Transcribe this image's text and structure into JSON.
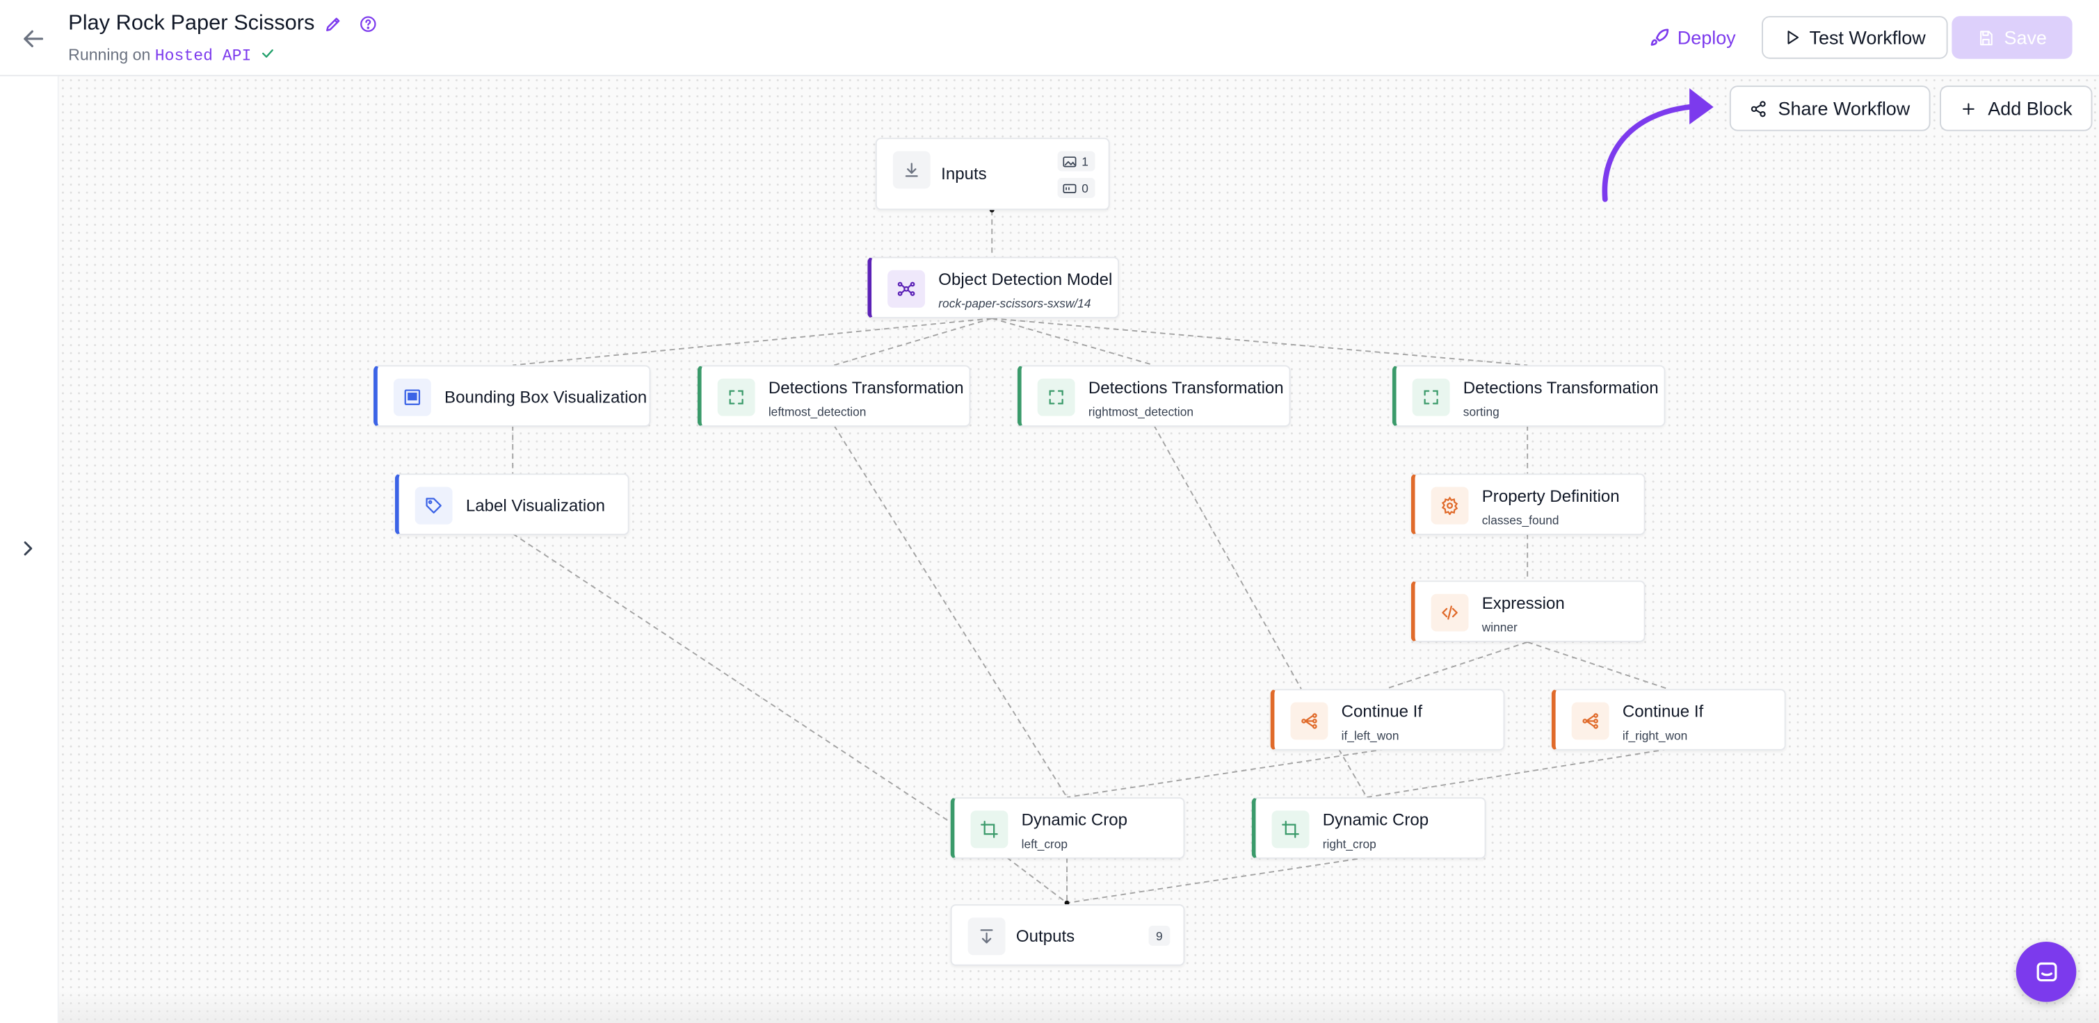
{
  "header": {
    "title": "Play Rock Paper Scissors",
    "running_prefix": "Running on",
    "running_target": "Hosted API",
    "deploy_label": "Deploy",
    "test_label": "Test Workflow",
    "save_label": "Save"
  },
  "toolbar": {
    "share_label": "Share Workflow",
    "add_label": "Add Block"
  },
  "colors": {
    "accent": "#7c3aed",
    "model": "#5b21b6",
    "visualization": "#3b63e6",
    "transformation": "#3a9a6a",
    "logic": "#e06a2a"
  },
  "nodes": {
    "inputs": {
      "title": "Inputs",
      "images": "1",
      "params": "0",
      "icon": "download-icon"
    },
    "model": {
      "title": "Object Detection Model",
      "subtitle": "rock-paper-scissors-sxsw/14",
      "icon": "network-icon"
    },
    "bbox_viz": {
      "title": "Bounding Box Visualization",
      "icon": "image-box-icon"
    },
    "label_viz": {
      "title": "Label Visualization",
      "icon": "tag-icon"
    },
    "det_left": {
      "title": "Detections Transformation",
      "subtitle": "leftmost_detection",
      "icon": "expand-icon"
    },
    "det_right": {
      "title": "Detections Transformation",
      "subtitle": "rightmost_detection",
      "icon": "expand-icon"
    },
    "det_sort": {
      "title": "Detections Transformation",
      "subtitle": "sorting",
      "icon": "expand-icon"
    },
    "property": {
      "title": "Property Definition",
      "subtitle": "classes_found",
      "icon": "gear-icon"
    },
    "expression": {
      "title": "Expression",
      "subtitle": "winner",
      "icon": "code-icon"
    },
    "cont_left": {
      "title": "Continue If",
      "subtitle": "if_left_won",
      "icon": "branch-icon"
    },
    "cont_right": {
      "title": "Continue If",
      "subtitle": "if_right_won",
      "icon": "branch-icon"
    },
    "crop_left": {
      "title": "Dynamic Crop",
      "subtitle": "left_crop",
      "icon": "crop-icon"
    },
    "crop_right": {
      "title": "Dynamic Crop",
      "subtitle": "right_crop",
      "icon": "crop-icon"
    },
    "outputs": {
      "title": "Outputs",
      "count": "9",
      "icon": "output-icon"
    }
  }
}
